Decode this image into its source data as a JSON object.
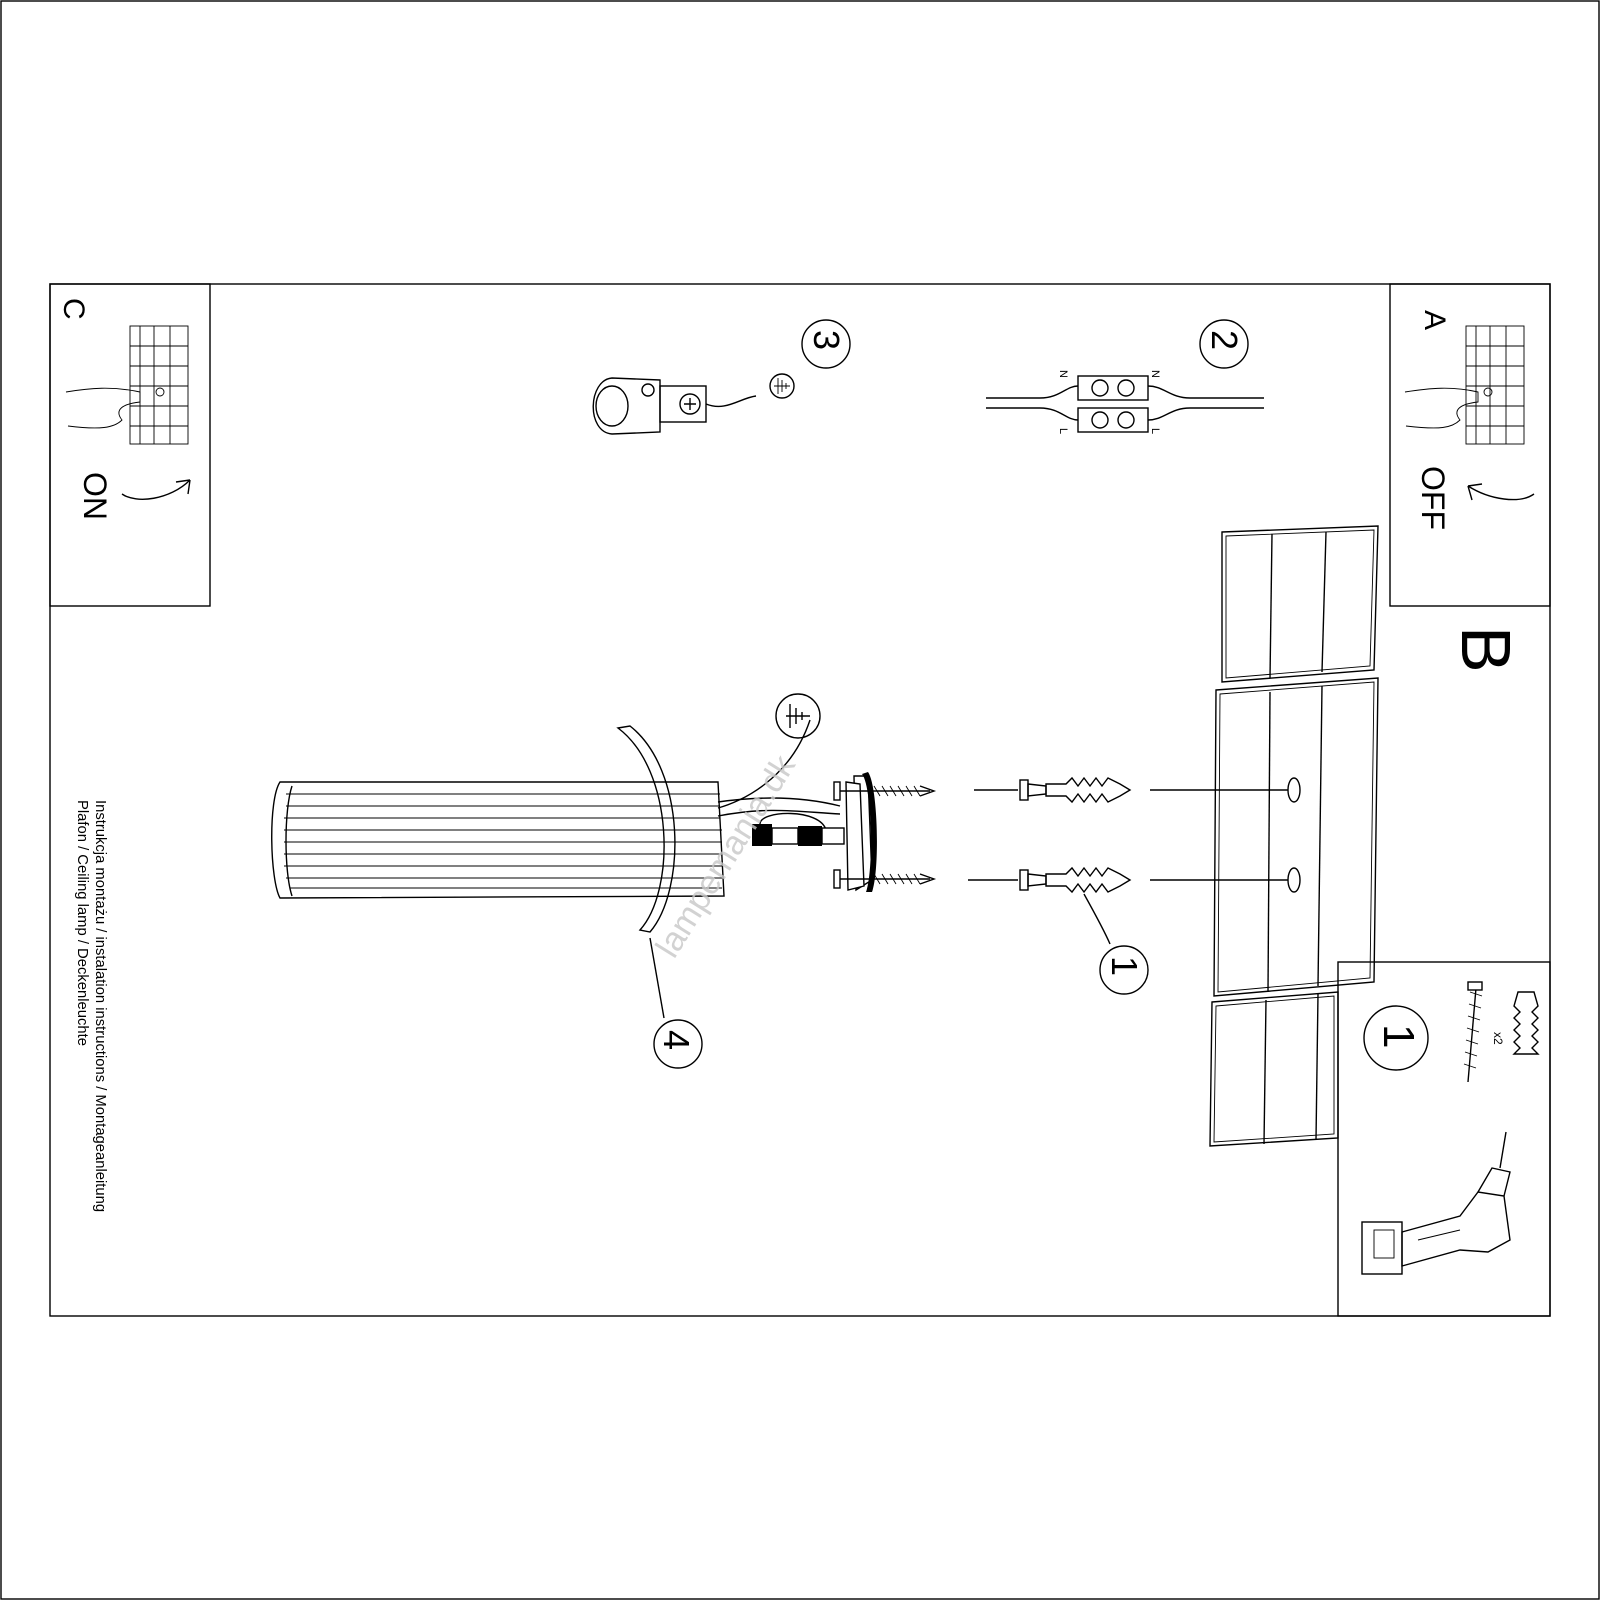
{
  "panels": {
    "a_label": "A",
    "a_state": "OFF",
    "b_label": "B",
    "c_label": "C",
    "c_state": "ON"
  },
  "steps": {
    "one": "1",
    "two": "2",
    "three": "3",
    "four": "4",
    "kit_step": "1"
  },
  "kit": {
    "quantity": "x2"
  },
  "terminal": {
    "n_left": "N",
    "n_right": "N",
    "l_left": "L",
    "l_right": "L"
  },
  "title": {
    "line1": "Instrukcja montażu / instalation instructions / Montageanleitung",
    "line2": "Plafon / Ceiling lamp / Deckenleuchte"
  },
  "watermark": "lampemania.dk",
  "icons": [
    "ground-symbol-icon",
    "switch-hand-icon",
    "curved-arrow-icon",
    "drill-icon",
    "screw-icon",
    "wall-plug-icon"
  ]
}
